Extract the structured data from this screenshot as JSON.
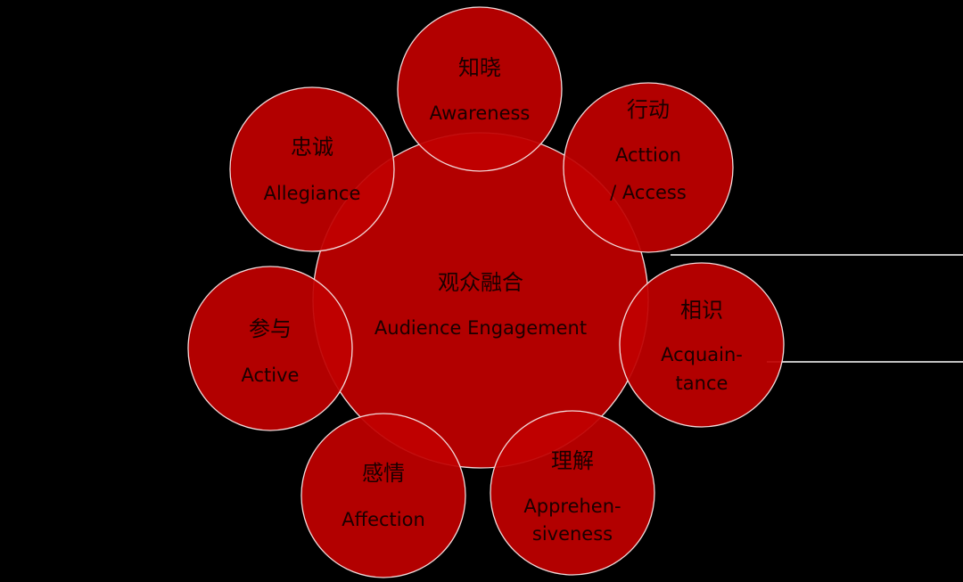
{
  "colors": {
    "background": "#000000",
    "circle_fill": "#C00000",
    "circle_stroke": "#F2DADA",
    "text": "#1A0000"
  },
  "center": {
    "zh": "观众融合",
    "en": "Audience Engagement"
  },
  "nodes": [
    {
      "id": "awareness",
      "zh": "知晓",
      "en_lines": [
        "Awareness"
      ]
    },
    {
      "id": "action",
      "zh": "行动",
      "en_lines": [
        "Acttion",
        "/ Access"
      ]
    },
    {
      "id": "acquaintance",
      "zh": "相识",
      "en_lines": [
        "Acquain-",
        "tance"
      ]
    },
    {
      "id": "apprehension",
      "zh": "理解",
      "en_lines": [
        "Apprehen-",
        "siveness"
      ]
    },
    {
      "id": "affection",
      "zh": "感情",
      "en_lines": [
        "Affection"
      ]
    },
    {
      "id": "active",
      "zh": "参与",
      "en_lines": [
        "Active"
      ]
    },
    {
      "id": "allegiance",
      "zh": "忠诚",
      "en_lines": [
        "Allegiance"
      ]
    }
  ]
}
